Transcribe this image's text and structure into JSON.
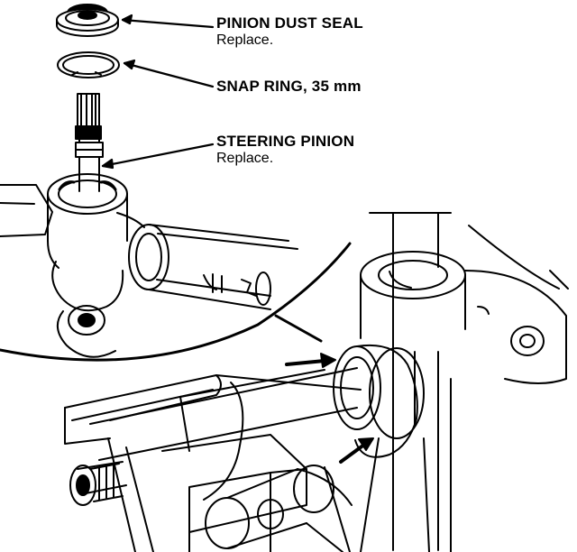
{
  "callouts": {
    "dust_seal": {
      "title": "PINION DUST SEAL",
      "note": "Replace."
    },
    "snap_ring": {
      "title": "SNAP RING, 35 mm"
    },
    "pinion": {
      "title": "STEERING PINION",
      "note": "Replace."
    }
  },
  "colors": {
    "ink": "#000000",
    "paper": "#ffffff"
  }
}
